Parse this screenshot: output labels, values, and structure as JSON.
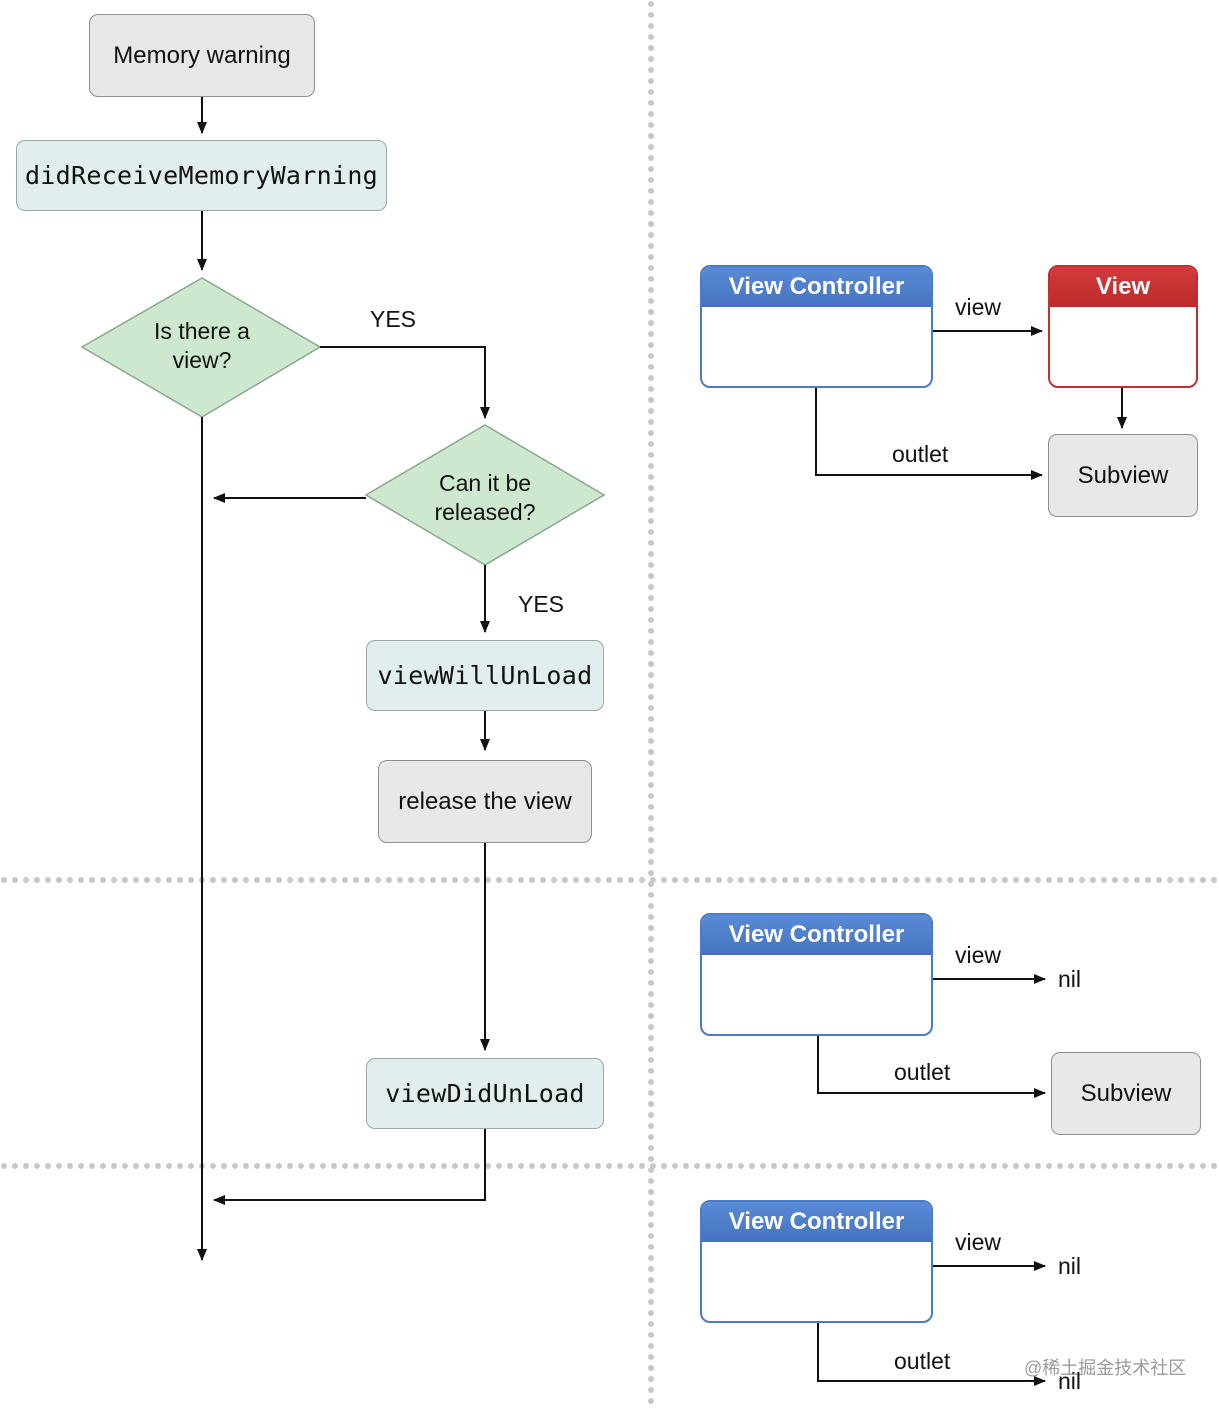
{
  "flowchart": {
    "memory_warning": "Memory warning",
    "did_receive": "didReceiveMemoryWarning",
    "decision_view": "Is there a view?",
    "decision_release": "Can it be released?",
    "yes_1": "YES",
    "yes_2": "YES",
    "view_will_unload": "viewWillUnLoad",
    "release_view": "release the view",
    "view_did_unload": "viewDidUnLoad"
  },
  "states": [
    {
      "controller_title": "View Controller",
      "view_label": "view",
      "view_target_title": "View",
      "outlet_label": "outlet",
      "outlet_target": "Subview"
    },
    {
      "controller_title": "View Controller",
      "view_label": "view",
      "view_target": "nil",
      "outlet_label": "outlet",
      "outlet_target": "Subview"
    },
    {
      "controller_title": "View Controller",
      "view_label": "view",
      "view_target": "nil",
      "outlet_label": "outlet",
      "outlet_target": "nil"
    }
  ],
  "watermark": "@稀土掘金技术社区",
  "colors": {
    "process_gray": "#e8e8e8",
    "process_mono": "#e2eeee",
    "decision_fill": "#cde8cf",
    "controller_blue": "#4b7bc6",
    "view_red": "#c42e2e",
    "separator": "#c8c8c8"
  }
}
